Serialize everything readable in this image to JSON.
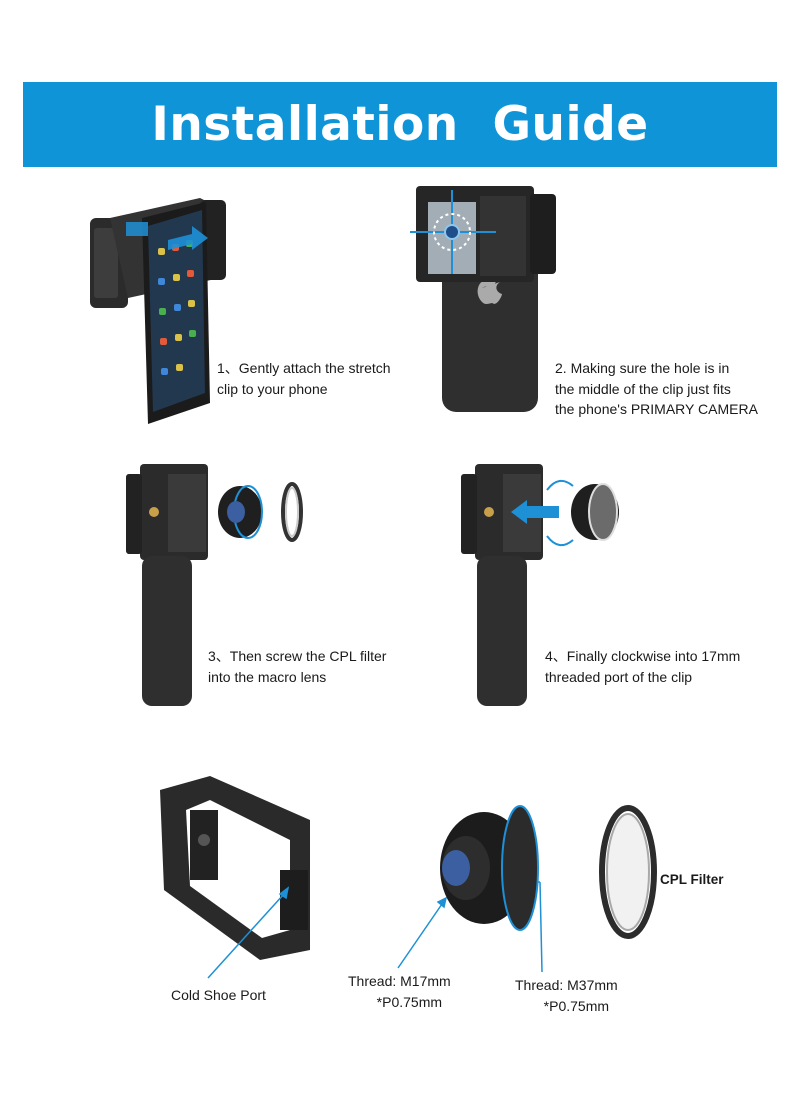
{
  "banner": {
    "title": "Installation  Guide"
  },
  "steps": [
    {
      "lines": [
        "1、Gently attach the stretch",
        " clip to your phone"
      ]
    },
    {
      "lines": [
        "2. Making sure the hole is in",
        "the middle of the clip just fits",
        "the phone's PRIMARY CAMERA"
      ]
    },
    {
      "lines": [
        "3、Then screw the CPL filter",
        "into the macro lens"
      ]
    },
    {
      "lines": [
        "4、Finally clockwise into 17mm",
        "threaded port of the clip"
      ]
    }
  ],
  "parts": {
    "cold_shoe": "Cold Shoe Port",
    "thread_m17": [
      "Thread: M17mm",
      "*P0.75mm"
    ],
    "thread_m37": [
      "Thread: M37mm",
      "*P0.75mm"
    ],
    "cpl_filter": "CPL Filter"
  },
  "colors": {
    "banner": "#0f94d8",
    "accent": "#1e90d6",
    "clip": "#2b2b2b"
  },
  "icons": [
    "phone-clip",
    "smartphone",
    "macro-lens",
    "cpl-filter-ring",
    "arrow",
    "rotate-arrow",
    "apple-logo",
    "crosshair"
  ]
}
